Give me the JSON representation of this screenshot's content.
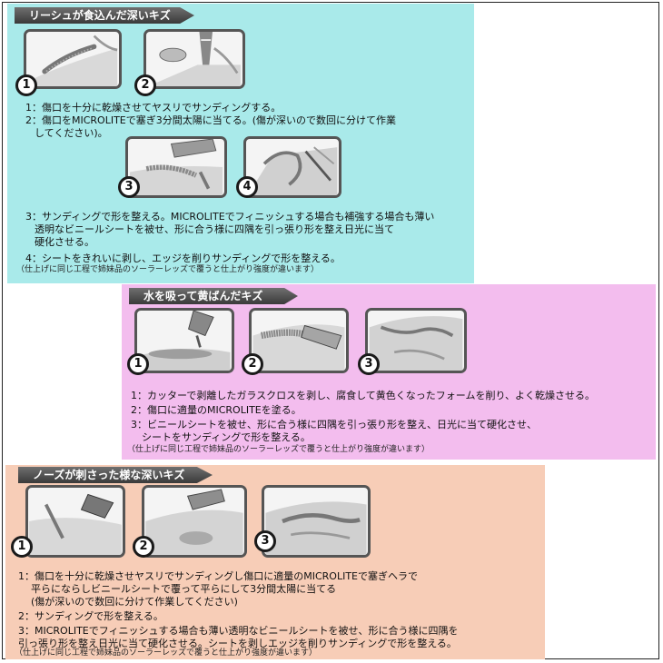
{
  "sections": [
    {
      "title": "リーシュが食込んだ深いキズ",
      "badges": [
        "1",
        "2",
        "3",
        "4"
      ],
      "steps": [
        "1：傷口を十分に乾燥させてヤスリでサンディングする。",
        "2：傷口をMICROLITEで塞ぎ3分間太陽に当てる。(傷が深いので数回に分けて作業",
        "してください)。",
        "3：サンディングで形を整える。MICROLITEでフィニッシュする場合も補強する場合も薄い",
        "透明なビニールシートを被せ、形に合う様に四隅を引っ張り形を整え日光に当て",
        "硬化させる。",
        "4：シートをきれいに剥し、エッジを削りサンディングで形を整える。"
      ],
      "note": "（仕上げに同じ工程で姉妹品のソーラーレッズで覆うと仕上がり強度が違います）"
    },
    {
      "title": "水を吸って黄ばんだキズ",
      "badges": [
        "1",
        "2",
        "3"
      ],
      "steps": [
        "1：カッターで剥離したガラスクロスを剥し、腐食して黄色くなったフォームを削り、よく乾燥させる。",
        "2：傷口に適量のMICROLITEを塗る。",
        "3：ビニールシートを被せ、形に合う様に四隅を引っ張り形を整え、日光に当て硬化させ、",
        "シートをサンディングで形を整える。"
      ],
      "note": "（仕上げに同じ工程で姉妹品のソーラーレッズで覆うと仕上がり強度が違います）"
    },
    {
      "title": "ノーズが刺さった様な深いキズ",
      "badges": [
        "1",
        "2",
        "3"
      ],
      "steps": [
        "1：傷口を十分に乾燥させヤスリでサンディングし傷口に適量のMICROLITEで塞ぎヘラで",
        "平らにならしビニールシートで覆って平らにして3分間太陽に当てる",
        "(傷が深いので数回に分けて作業してください)",
        "2：サンディングで形を整える。",
        "3：MICROLITEでフィニッシュする場合も薄い透明なビニールシートを被せ、形に合う様に四隅を",
        "引っ張り形を整え日光に当て硬化させる。シートを剥しエッジを削りサンディングで形を整える。"
      ],
      "note": "（仕上げに同じ工程で姉妹品のソーラーレッズで覆うと仕上がり強度が違います）"
    }
  ],
  "colors": {
    "section1_bg": "#a9eaea",
    "section2_bg": "#f3bdee",
    "section3_bg": "#f7cdb7",
    "title_bar": "#4a4a4a",
    "panel_border": "#555555"
  },
  "icons": [
    "leash-cut-photo",
    "sanding-photo",
    "microlite-tube-photo",
    "vinyl-sheet-photo"
  ]
}
